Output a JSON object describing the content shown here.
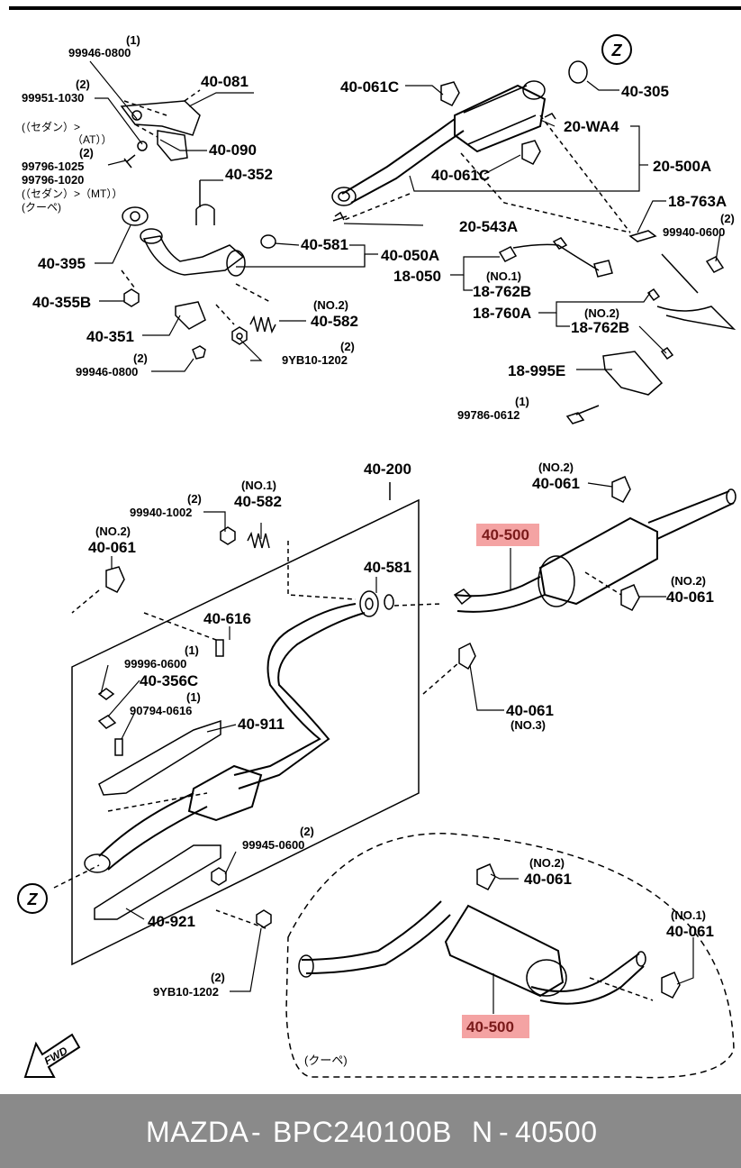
{
  "labels": {
    "p40_081": "40-081",
    "q_99946_0800_top": "(1)",
    "p99946_0800_top": "99946-0800",
    "q_99951_1030": "(2)",
    "p99951_1030": "99951-1030",
    "note_sedan_at_1": "(（セダン）>",
    "note_sedan_at_2": "（AT））",
    "p40_090": "40-090",
    "q_99796_1025": "(2)",
    "p99796_1025": "99796-1025",
    "p99796_1020": "99796-1020",
    "note_sedan_mt": "(（セダン）>（MT））",
    "note_coupe_top": "(クーペ)",
    "p40_352": "40-352",
    "p40_395": "40-395",
    "p40_355b": "40-355B",
    "p40_351": "40-351",
    "q_99946_0800_mid": "(2)",
    "p99946_0800_mid": "99946-0800",
    "q_40_582_top": "(NO.2)",
    "p40_582_top": "40-582",
    "q_9yb10_top": "(2)",
    "p9yb10_top": "9YB10-1202",
    "p40_581_top": "40-581",
    "p40_050a": "40-050A",
    "p18_050": "18-050",
    "q_18_762b_a": "(NO.1)",
    "p18_762b_a": "18-762B",
    "p18_760a": "18-760A",
    "q_18_762b_b": "(NO.2)",
    "p18_762b_b": "18-762B",
    "p18_995e": "18-995E",
    "q_99786": "(1)",
    "p99786": "99786-0612",
    "p20_543a": "20-543A",
    "p40_061c_top": "40-061C",
    "p40_061c_mid": "40-061C",
    "p20_wa4": "20-WA4",
    "p20_500a": "20-500A",
    "p18_763a": "18-763A",
    "q_99940_0600": "(2)",
    "p99940_0600": "99940-0600",
    "p40_305": "40-305",
    "z_top": "Z",
    "p40_200": "40-200",
    "q_99940_1002": "(2)",
    "p99940_1002": "99940-1002",
    "q_40_582_mid": "(NO.1)",
    "p40_582_mid": "40-582",
    "q_40_061_left": "(NO.2)",
    "p40_061_left": "40-061",
    "p40_581_mid": "40-581",
    "p40_616": "40-616",
    "q_99996": "(1)",
    "p99996": "99996-0600",
    "p40_356c": "40-356C",
    "q_90794": "(1)",
    "p90794": "90794-0616",
    "p40_911": "40-911",
    "q_99945": "(2)",
    "p99945": "99945-0600",
    "p40_921": "40-921",
    "q_9yb10_bot": "(2)",
    "p9yb10_bot": "9YB10-1202",
    "z_bottom": "Z",
    "fwd": "FWD",
    "q_40_061_tr": "(NO.2)",
    "p40_061_tr": "40-061",
    "p40_500_upper": "40-500",
    "q_40_061_r": "(NO.2)",
    "p40_061_r": "40-061",
    "p40_061_no3": "40-061",
    "q_40_061_no3": "(NO.3)",
    "q_40_061_coupe2": "(NO.2)",
    "p40_061_coupe2": "40-061",
    "q_40_061_coupe1": "(NO.1)",
    "p40_061_coupe1": "40-061",
    "p40_500_lower": "40-500",
    "note_coupe_bottom": "(クーペ)"
  },
  "footer": {
    "brand": "MAZDA",
    "sep1": "-",
    "part_code": "BPC240100B",
    "n_prefix": "N",
    "sep2": "-",
    "part_number": "40500"
  },
  "colors": {
    "highlight_box": "#f4a3a3",
    "highlight_text": "#7a1a1a",
    "footer_bg": "#8a8a8a",
    "footer_text": "#ffffff"
  }
}
